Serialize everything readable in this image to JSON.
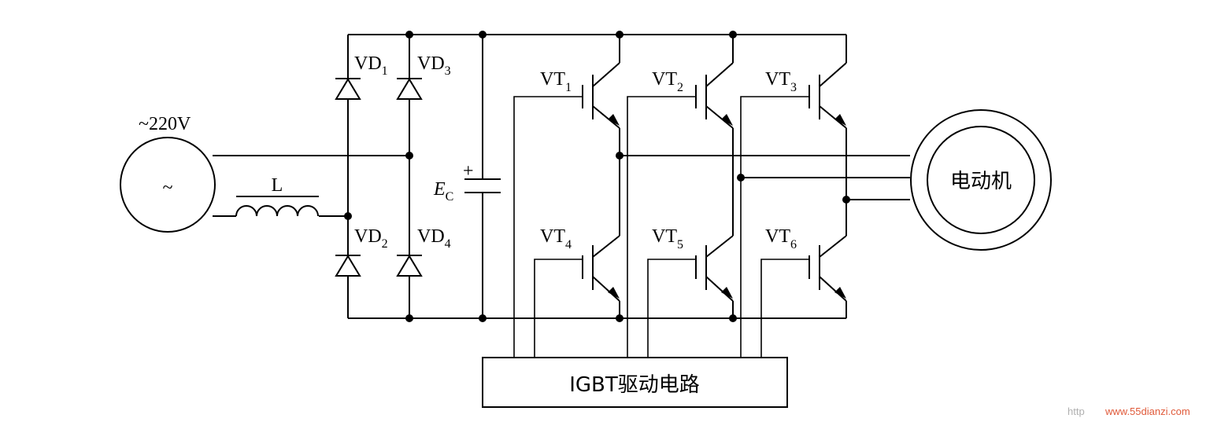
{
  "source": {
    "label": "~220V",
    "symbol": "~"
  },
  "inductor": {
    "label": "L"
  },
  "capacitor": {
    "label_main": "E",
    "label_sub": "C",
    "polarity": "+"
  },
  "diodes": [
    {
      "main": "VD",
      "sub": "1"
    },
    {
      "main": "VD",
      "sub": "3"
    },
    {
      "main": "VD",
      "sub": "2"
    },
    {
      "main": "VD",
      "sub": "4"
    }
  ],
  "transistors": [
    {
      "main": "VT",
      "sub": "1"
    },
    {
      "main": "VT",
      "sub": "2"
    },
    {
      "main": "VT",
      "sub": "3"
    },
    {
      "main": "VT",
      "sub": "4"
    },
    {
      "main": "VT",
      "sub": "5"
    },
    {
      "main": "VT",
      "sub": "6"
    }
  ],
  "motor": {
    "label": "电动机"
  },
  "driver": {
    "label": "IGBT驱动电路"
  },
  "watermark": {
    "prefix": "http",
    "site": "www.55dianzi.com"
  }
}
